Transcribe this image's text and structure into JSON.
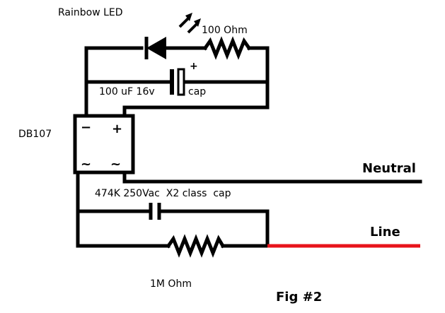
{
  "labels": {
    "led": "Rainbow LED",
    "resistor_top": "100 Ohm",
    "cap_value": "100 uF 16v",
    "cap_word": "cap",
    "bridge": "DB107",
    "bridge_minus": "−",
    "bridge_plus": "+",
    "bridge_ac": "~",
    "neutral": "Neutral",
    "x2_cap": "474K 250Vac  X2 class  cap",
    "line": "Line",
    "resistor_bottom": "1M Ohm",
    "fig": "Fig #2",
    "cap_polarity": "+"
  },
  "colors": {
    "wire": "#000000",
    "line_wire": "#e8141b"
  }
}
